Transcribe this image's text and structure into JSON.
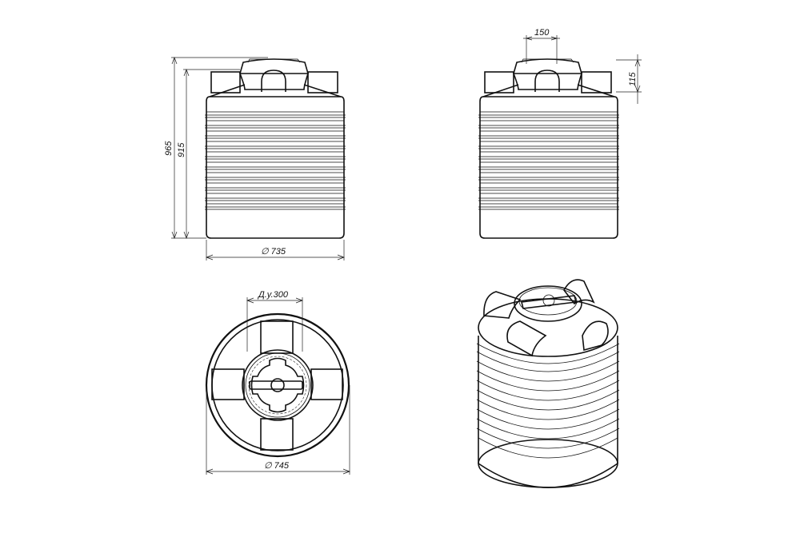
{
  "drawing": {
    "front_view": {
      "height_total": "965",
      "height_body": "915",
      "diameter": "∅ 735"
    },
    "side_view": {
      "neck_width": "150",
      "neck_height": "115"
    },
    "top_view": {
      "nominal_diameter": "Д.у.300",
      "diameter": "∅ 745"
    },
    "colors": {
      "line": "#111111",
      "background": "#ffffff"
    }
  }
}
